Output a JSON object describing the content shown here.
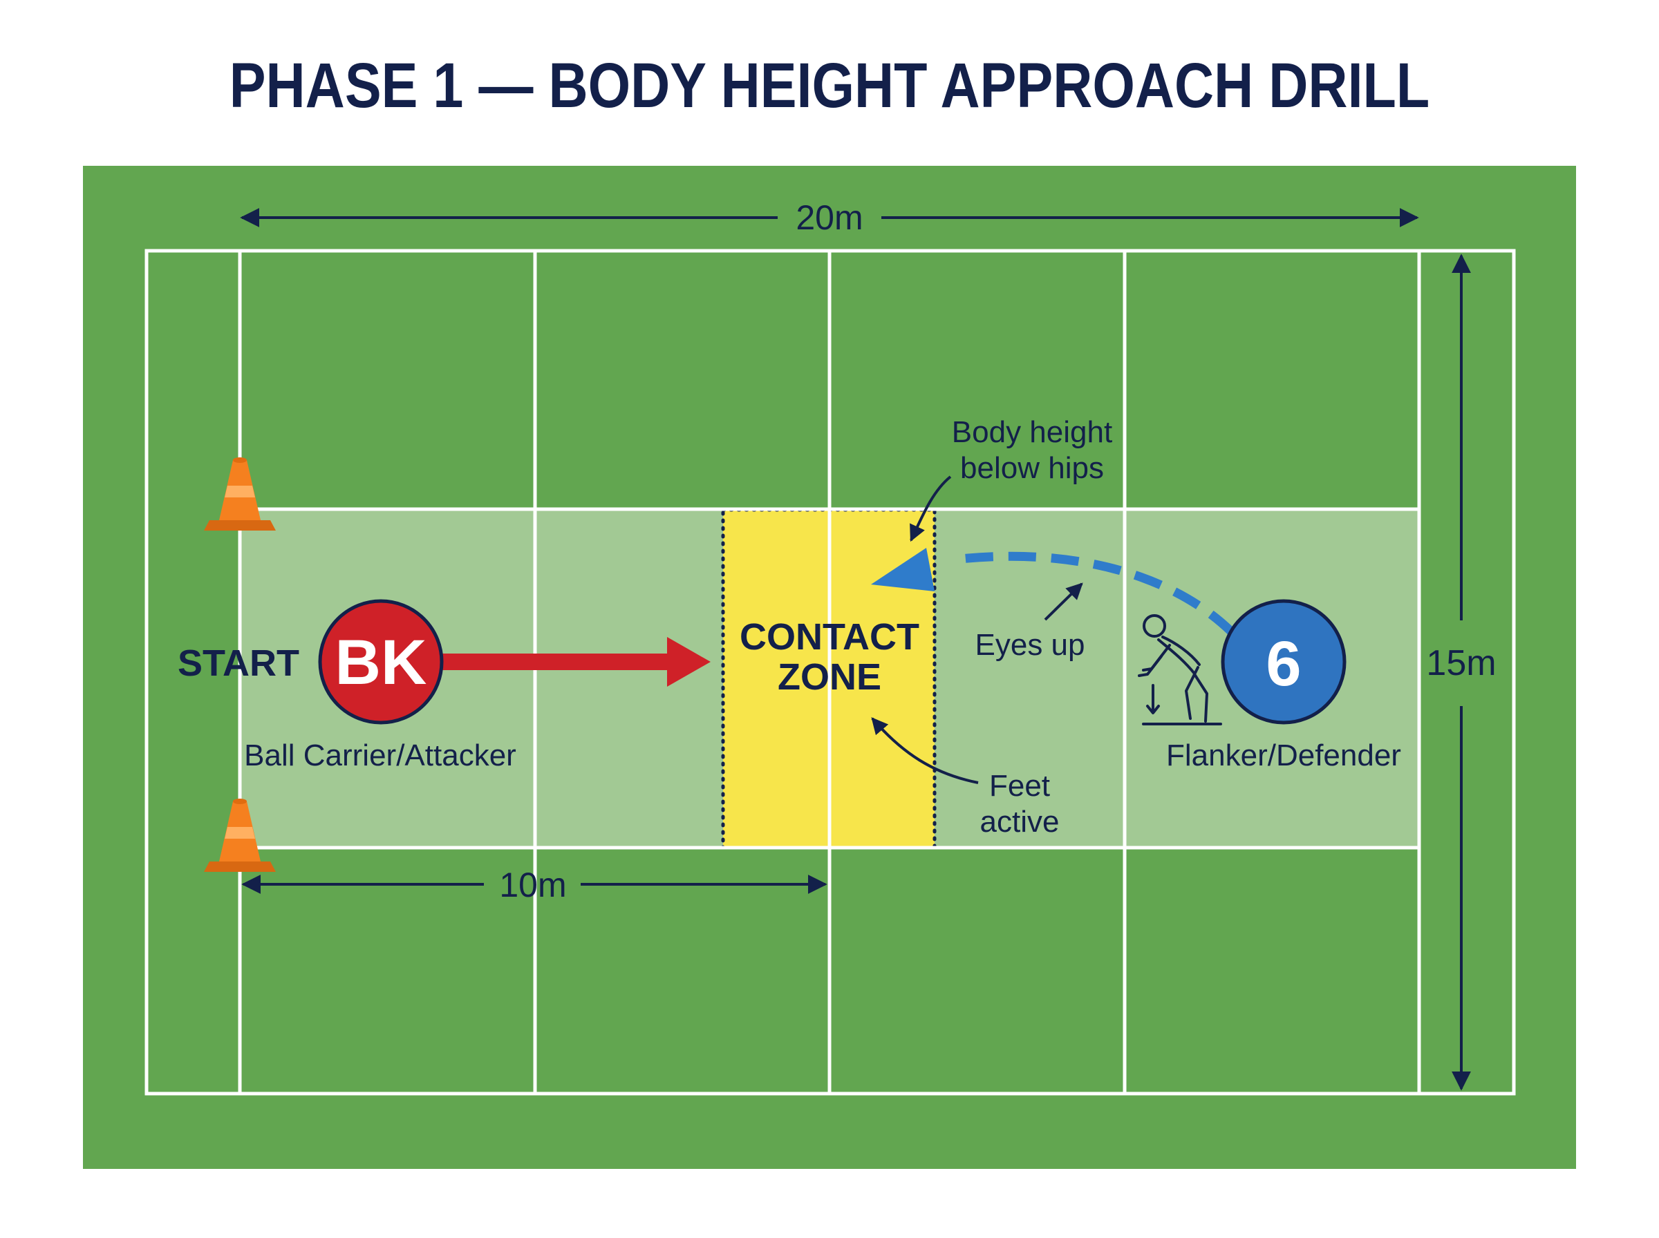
{
  "title": "PHASE 1 — BODY HEIGHT APPROACH DRILL",
  "colors": {
    "field": "#62a650",
    "field_border": "#5d9e4a",
    "channel": "#a2c994",
    "lines": "#ffffff",
    "contact_zone": "#f7e54b",
    "attacker": "#cf2128",
    "defender": "#2f74c0",
    "cone": "#f5801f",
    "ink": "#13204a",
    "defender_path": "#2f7ccb"
  },
  "dimensions": {
    "width_label": "20m",
    "height_label": "15m",
    "approach_label": "10m"
  },
  "start_label": "START",
  "contact_zone": {
    "line1": "CONTACT",
    "line2": "ZONE"
  },
  "attacker": {
    "badge": "BK",
    "role": "Ball Carrier/Attacker"
  },
  "defender": {
    "badge": "6",
    "role": "Flanker/Defender",
    "stance_icon": "crouching-tackler-icon"
  },
  "cues": {
    "body_height": {
      "line1": "Body height",
      "line2": "below hips"
    },
    "eyes": "Eyes up",
    "feet": {
      "line1": "Feet",
      "line2": "active"
    }
  },
  "icons": [
    "traffic-cone-icon",
    "traffic-cone-icon",
    "crouching-tackler-icon"
  ]
}
